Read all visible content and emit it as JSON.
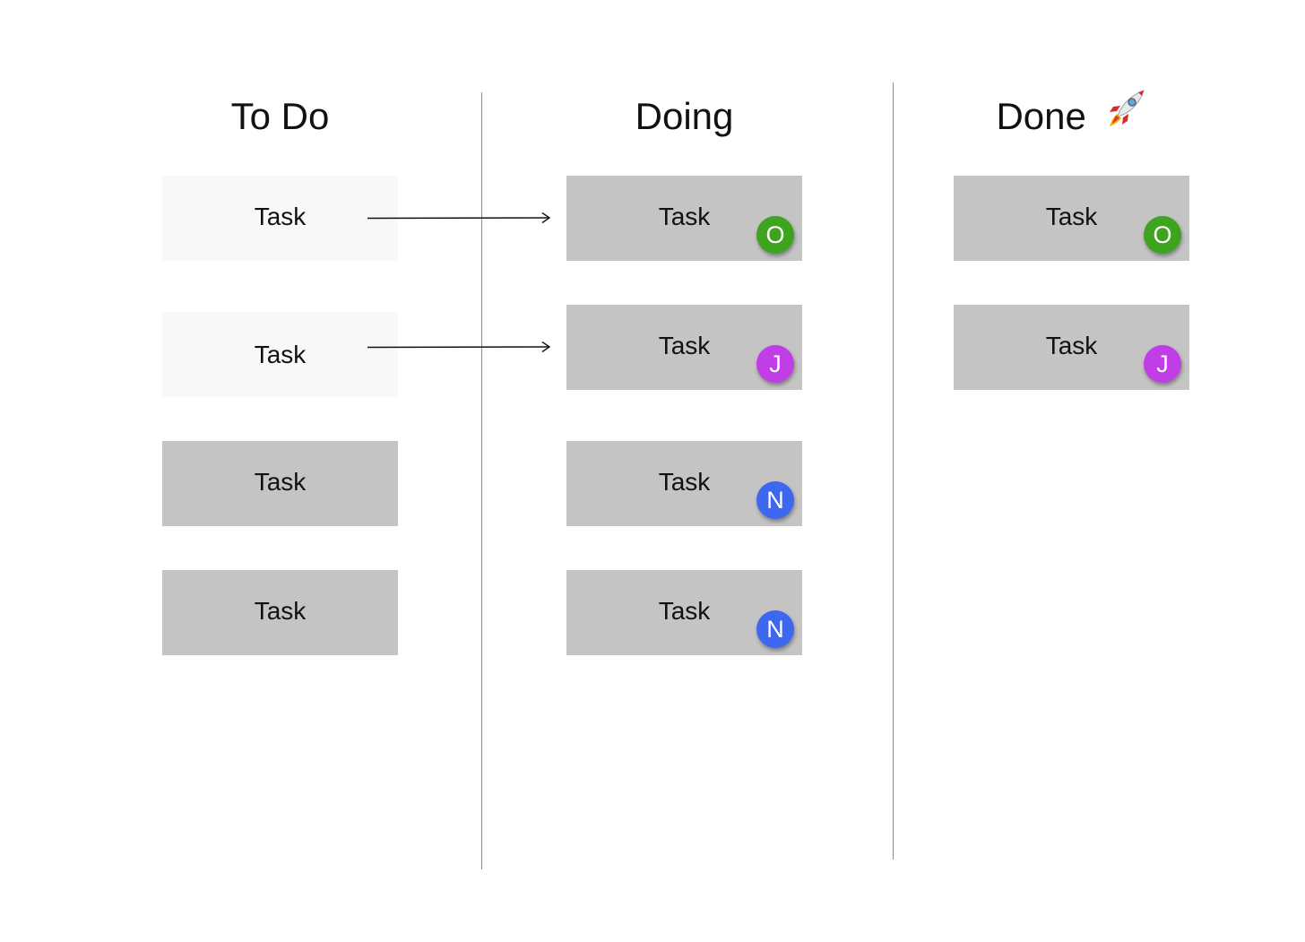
{
  "columns": [
    {
      "title": "To Do",
      "cards": [
        {
          "label": "Task",
          "style": "ghost"
        },
        {
          "label": "Task",
          "style": "ghost"
        },
        {
          "label": "Task",
          "style": "solid"
        },
        {
          "label": "Task",
          "style": "solid"
        }
      ]
    },
    {
      "title": "Doing",
      "cards": [
        {
          "label": "Task",
          "avatar": "O",
          "avatar_color": "#3ea31e"
        },
        {
          "label": "Task",
          "avatar": "J",
          "avatar_color": "#c13ee6"
        },
        {
          "label": "Task",
          "avatar": "N",
          "avatar_color": "#3d67ee"
        },
        {
          "label": "Task",
          "avatar": "N",
          "avatar_color": "#3d67ee"
        }
      ]
    },
    {
      "title": "Done",
      "title_icon": "rocket-icon",
      "cards": [
        {
          "label": "Task",
          "avatar": "O",
          "avatar_color": "#3ea31e"
        },
        {
          "label": "Task",
          "avatar": "J",
          "avatar_color": "#c13ee6"
        }
      ]
    }
  ],
  "colors": {
    "card": "#c4c4c4",
    "ghost_card": "#f8f8f8",
    "divider": "#8a8a8a",
    "arrow": "#111111"
  }
}
